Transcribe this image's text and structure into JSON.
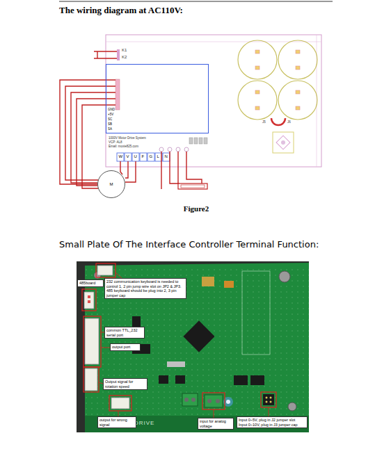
{
  "diagram": {
    "title": "The wiring diagram at AC110V:",
    "caption": "Figure2",
    "nodes": [
      {
        "text": [
          "GND",
          "+5V",
          "SC",
          "SB",
          "SA"
        ]
      },
      {
        "text": [
          "M"
        ]
      },
      {
        "text": [
          "485board"
        ]
      },
      {
        "text": [
          "232 communication keyboard is needed to control 1, 2 pin jump wire slot on JP2 & JP3. 485 keyboard should be plug into 2, 3 pin jumper cap"
        ]
      },
      {
        "text": [
          "common TTL_232 serial port"
        ]
      },
      {
        "text": [
          "output port"
        ]
      },
      {
        "text": [
          "Output signal for rotation speed"
        ]
      },
      {
        "text": [
          "output for wrong signal"
        ]
      },
      {
        "text": [
          "input for analog voltage"
        ]
      },
      {
        "text": [
          "Input 0~5V, plug in J2 jumper slot",
          "Input 0~10V, plug in J3 jumper cap"
        ]
      }
    ],
    "edges": [
      {
        "from": 0,
        "to": 1,
        "arrow": "none"
      }
    ],
    "labels": [
      "K1",
      "K2",
      "1000V Motor Drive System",
      "VCP: AL8",
      "Email: moxie825.com",
      "W",
      "V",
      "U",
      "F",
      "G",
      "L",
      "N",
      "J5",
      "J6",
      "Small Plate Of The Interface Controller Terminal Function:",
      "DRIVE"
    ]
  }
}
